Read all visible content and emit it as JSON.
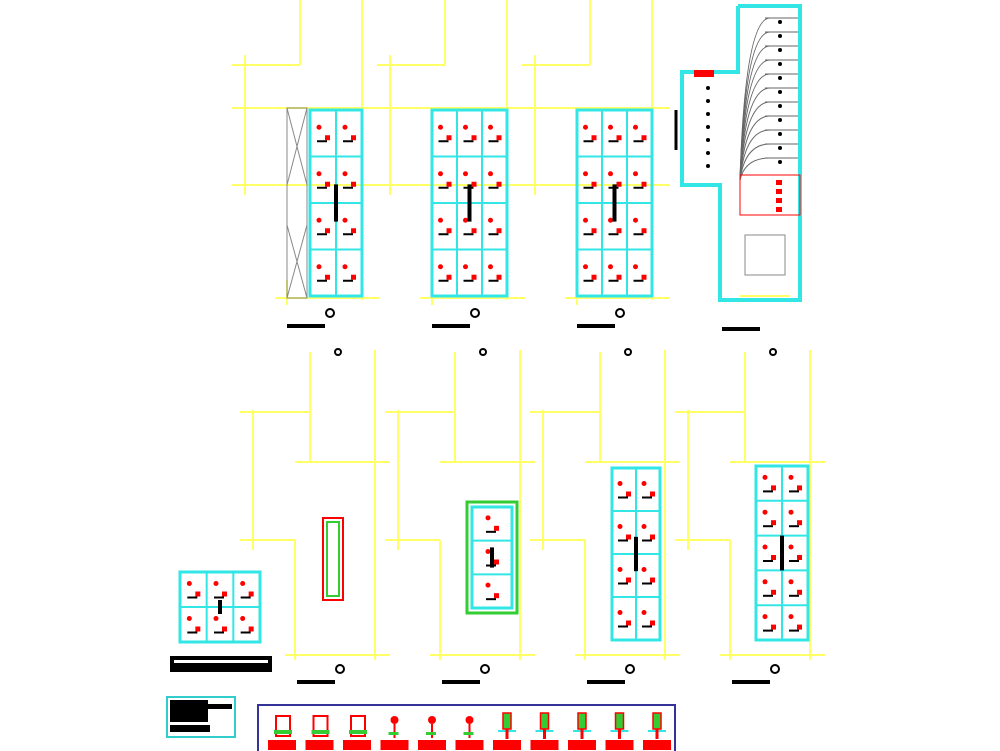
{
  "drawing": {
    "type": "architectural floor plans (CAD)",
    "top_row_plans": 4,
    "bottom_row_plans": 5,
    "legend_symbols": 11
  },
  "colors": {
    "background": "#ffffff",
    "grid_lines": "#ffff66",
    "walls": "#33e6e6",
    "fixtures": "#ff0000",
    "furniture": "#ff3333",
    "title_bars": "#000000",
    "legend_frame": "#333399",
    "note_frame": "#33cccc",
    "accent_green": "#33cc33"
  }
}
